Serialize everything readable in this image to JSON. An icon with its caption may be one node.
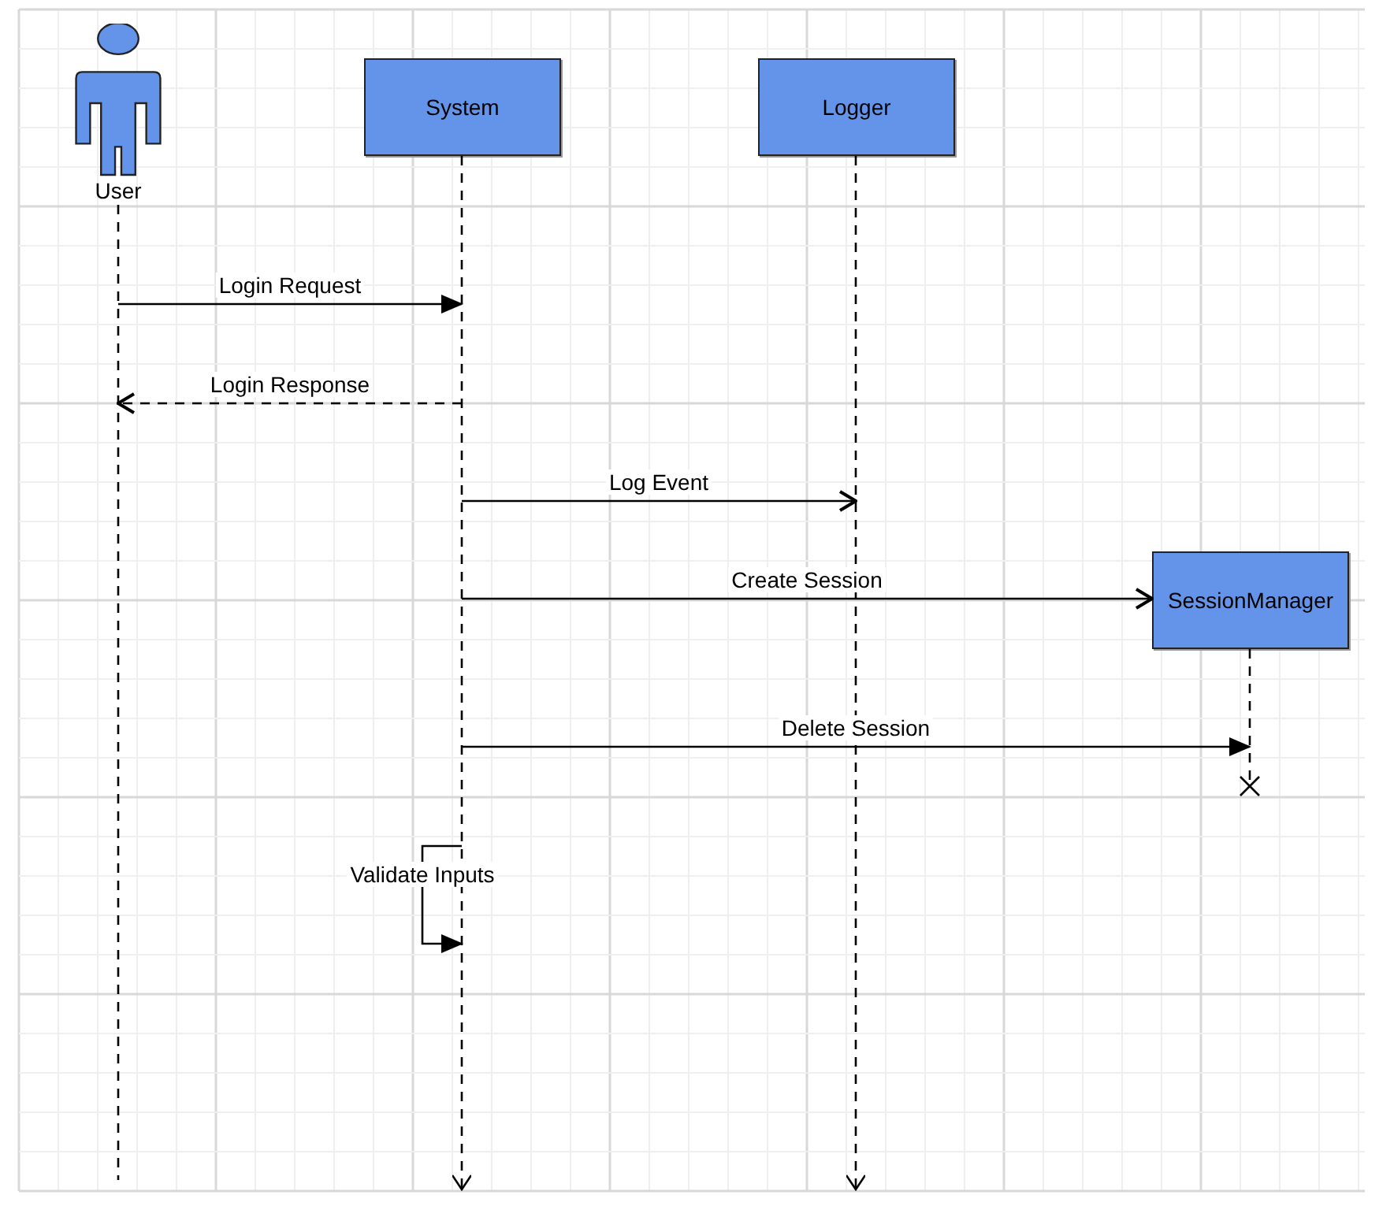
{
  "diagram": {
    "nodes": [
      {
        "text": [
          "User"
        ]
      },
      {
        "text": [
          "System"
        ]
      },
      {
        "text": [
          "Logger"
        ]
      },
      {
        "text": [
          "SessionManager"
        ]
      },
      {
        "text": [],
        "shape": "lifeline"
      },
      {
        "text": [],
        "shape": "lifeline"
      },
      {
        "text": [],
        "shape": "lifeline"
      },
      {
        "text": [],
        "shape": "lifeline"
      }
    ],
    "edges": [
      {
        "from": 4,
        "to": 5,
        "arrow": "to",
        "label": "Login Request"
      },
      {
        "from": 5,
        "to": 4,
        "arrow": "to",
        "label": "Login Response",
        "style": "dashed"
      },
      {
        "from": 5,
        "to": 6,
        "arrow": "to",
        "label": "Log Event"
      },
      {
        "from": 5,
        "to": 3,
        "arrow": "to",
        "label": "Create Session"
      },
      {
        "from": 5,
        "to": 7,
        "arrow": "to",
        "label": "Delete Session"
      },
      {
        "from": 5,
        "to": 5,
        "arrow": "to",
        "label": "Validate Inputs"
      }
    ]
  }
}
